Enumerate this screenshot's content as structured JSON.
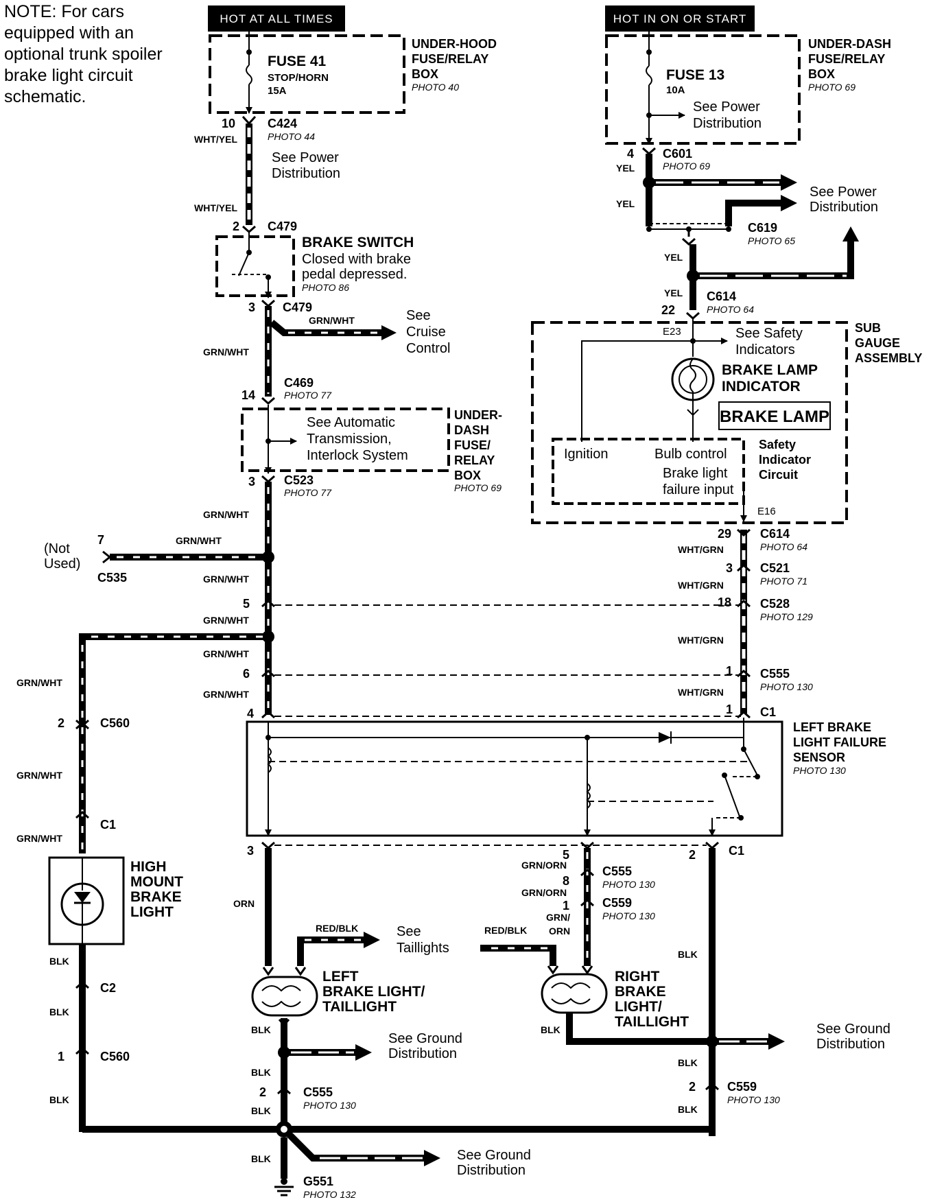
{
  "note": "NOTE: For cars equipped with an optional trunk spoiler brake light circuit schematic.",
  "headers": {
    "hot_always": "HOT AT ALL TIMES",
    "hot_on_start": "HOT IN ON OR START"
  },
  "boxes": {
    "underhood": {
      "l1": "UNDER-HOOD",
      "l2": "FUSE/RELAY",
      "l3": "BOX",
      "photo": "PHOTO 40"
    },
    "underdash_top": {
      "l1": "UNDER-DASH",
      "l2": "FUSE/RELAY",
      "l3": "BOX",
      "photo": "PHOTO 69"
    },
    "underdash_mid": {
      "l1": "UNDER-",
      "l2": "DASH",
      "l3": "FUSE/",
      "l4": "RELAY",
      "l5": "BOX",
      "photo": "PHOTO 69"
    },
    "sub_gauge": {
      "l1": "SUB",
      "l2": "GAUGE",
      "l3": "ASSEMBLY"
    }
  },
  "fuses": {
    "f41": {
      "name": "FUSE 41",
      "desc": "STOP/HORN",
      "amp": "15A"
    },
    "f13": {
      "name": "FUSE 13",
      "amp": "10A",
      "see1": "See Power",
      "see2": "Distribution"
    }
  },
  "connectors": {
    "c424": {
      "name": "C424",
      "photo": "PHOTO 44",
      "pin": "10"
    },
    "c479a": {
      "name": "C479",
      "pin": "2"
    },
    "c479b": {
      "name": "C479",
      "pin": "3"
    },
    "c469": {
      "name": "C469",
      "photo": "PHOTO 77",
      "pin": "14"
    },
    "c523": {
      "name": "C523",
      "photo": "PHOTO 77",
      "pin": "3"
    },
    "c535": {
      "name": "C535",
      "pin": "7"
    },
    "c601": {
      "name": "C601",
      "photo": "PHOTO 69",
      "pin": "4"
    },
    "c619": {
      "name": "C619",
      "photo": "PHOTO 65"
    },
    "c614a": {
      "name": "C614",
      "photo": "PHOTO 64",
      "pin": "22"
    },
    "c614b": {
      "name": "C614",
      "photo": "PHOTO 64",
      "pin": "29"
    },
    "c521": {
      "name": "C521",
      "photo": "PHOTO 71",
      "pin": "3"
    },
    "c528": {
      "name": "C528",
      "photo": "PHOTO 129",
      "pin": "18",
      "leftpin": "5"
    },
    "c555a": {
      "name": "C555",
      "photo": "PHOTO 130",
      "pin": "1",
      "leftpin": "6"
    },
    "c1top": {
      "name": "C1",
      "pin": "1",
      "leftpin": "4"
    },
    "c560a": {
      "name": "C560",
      "pin": "2"
    },
    "c1hm": {
      "name": "C1"
    },
    "c2hm": {
      "name": "C2"
    },
    "c560b": {
      "name": "C560",
      "pin": "1"
    },
    "c1bot": {
      "name": "C1",
      "pin": "2",
      "leftpin": "3"
    },
    "c555b": {
      "name": "C555",
      "photo": "PHOTO 130",
      "pin": "5"
    },
    "c559a": {
      "name": "C559",
      "photo": "PHOTO 130",
      "pin": "8",
      "pin2": "1"
    },
    "c555c": {
      "name": "C555",
      "photo": "PHOTO 130",
      "pin": "2"
    },
    "c559b": {
      "name": "C559",
      "photo": "PHOTO 130",
      "pin": "2"
    },
    "g551": {
      "name": "G551",
      "photo": "PHOTO 132"
    }
  },
  "wires": {
    "wht_yel": "WHT/YEL",
    "yel": "YEL",
    "grn_wht": "GRN/WHT",
    "wht_grn": "WHT/GRN",
    "orn": "ORN",
    "red_blk": "RED/BLK",
    "grn_orn": "GRN/ORN",
    "grn": "GRN/",
    "orn2": "ORN",
    "blk": "BLK"
  },
  "refs": {
    "power1": "See Power",
    "power1b": "Distribution",
    "power2": "See Power",
    "power2b": "Distribution",
    "cruise1": "See",
    "cruise2": "Cruise",
    "cruise3": "Control",
    "auto1": "See Automatic",
    "auto2": "Transmission,",
    "auto3": "Interlock System",
    "notused1": "(Not",
    "notused2": "Used)",
    "safety1": "See Safety",
    "safety2": "Indicators",
    "tail1": "See",
    "tail2": "Taillights",
    "ground1a": "See Ground",
    "ground1b": "Distribution",
    "ground2a": "See Ground",
    "ground2b": "Distribution",
    "ground3a": "See Ground",
    "ground3b": "Distribution"
  },
  "components": {
    "brake_switch": {
      "name": "BRAKE SWITCH",
      "d1": "Closed with brake",
      "d2": "pedal depressed.",
      "photo": "PHOTO 86"
    },
    "brake_lamp_ind": {
      "l1": "BRAKE LAMP",
      "l2": "INDICATOR",
      "label": "BRAKE LAMP"
    },
    "safety_circuit": {
      "l1": "Safety",
      "l2": "Indicator",
      "l3": "Circuit",
      "ign": "Ignition",
      "bulb": "Bulb control",
      "fail1": "Brake light",
      "fail2": "failure input",
      "e23": "E23",
      "e16": "E16"
    },
    "failure_sensor": {
      "l1": "LEFT BRAKE",
      "l2": "LIGHT FAILURE",
      "l3": "SENSOR",
      "photo": "PHOTO 130"
    },
    "high_mount": {
      "l1": "HIGH",
      "l2": "MOUNT",
      "l3": "BRAKE",
      "l4": "LIGHT"
    },
    "left_light": {
      "l1": "LEFT",
      "l2": "BRAKE LIGHT/",
      "l3": "TAILLIGHT"
    },
    "right_light": {
      "l1": "RIGHT",
      "l2": "BRAKE",
      "l3": "LIGHT/",
      "l4": "TAILLIGHT"
    }
  }
}
